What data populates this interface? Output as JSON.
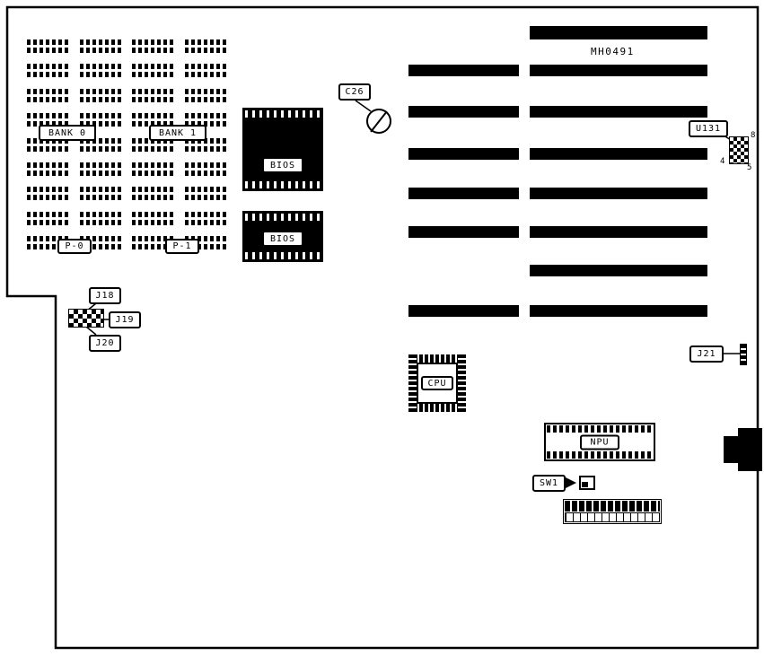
{
  "board": {
    "part_number": "MH0491",
    "colors": {
      "ink": "#000000",
      "background": "#ffffff"
    },
    "memory": {
      "columns": 4,
      "rows_per_column": 9,
      "bank0_label": "BANK 0",
      "bank1_label": "BANK 1",
      "parity0_label": "P-0",
      "parity1_label": "P-1"
    },
    "chips": {
      "bios1": "BIOS",
      "bios2": "BIOS",
      "cpu": "CPU",
      "npu": "NPU"
    },
    "callouts": {
      "c26": "C26",
      "u131": "U131",
      "j18": "J18",
      "j19": "J19",
      "j20": "J20",
      "j21": "J21",
      "sw1": "SW1"
    },
    "pin_numbers": {
      "u131_pin8": "8",
      "u131_pin4": "4",
      "u131_pin5": "5"
    }
  }
}
